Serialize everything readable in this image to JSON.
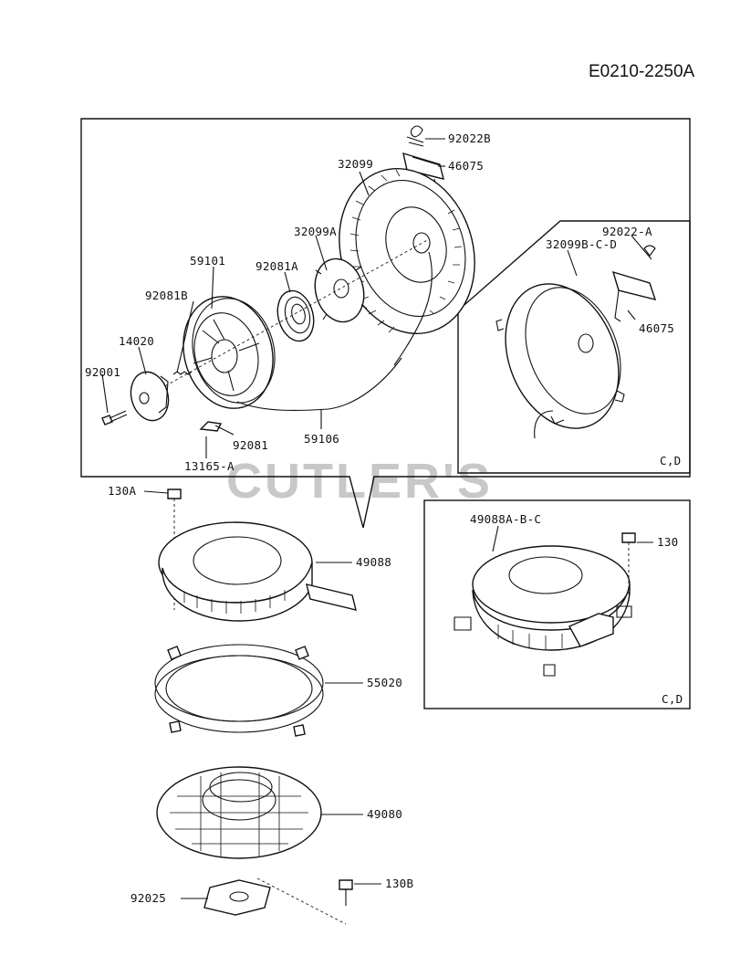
{
  "document_id": "E0210-2250A",
  "watermark": "CUTLER'S",
  "callouts": {
    "p92022B": "92022B",
    "p46075_main": "46075",
    "p32099": "32099",
    "p32099A": "32099A",
    "p59101": "59101",
    "p92081A": "92081A",
    "p92081B": "92081B",
    "p14020": "14020",
    "p92001": "92001",
    "p92081": "92081",
    "p59106": "59106",
    "p13165A": "13165-A",
    "p92022A": "92022-A",
    "p32099BCD": "32099B-C-D",
    "p46075_inset": "46075",
    "p130A": "130A",
    "p49088": "49088",
    "p49088ABC": "49088A-B-C",
    "p130": "130",
    "p55020": "55020",
    "p49080": "49080",
    "p92025": "92025",
    "p130B": "130B"
  },
  "insets": {
    "starter_inset_label": "C,D",
    "cover_inset_label": "C,D"
  },
  "icons": [
    "bolt-icon",
    "spring-icon",
    "starter-handle-icon"
  ]
}
